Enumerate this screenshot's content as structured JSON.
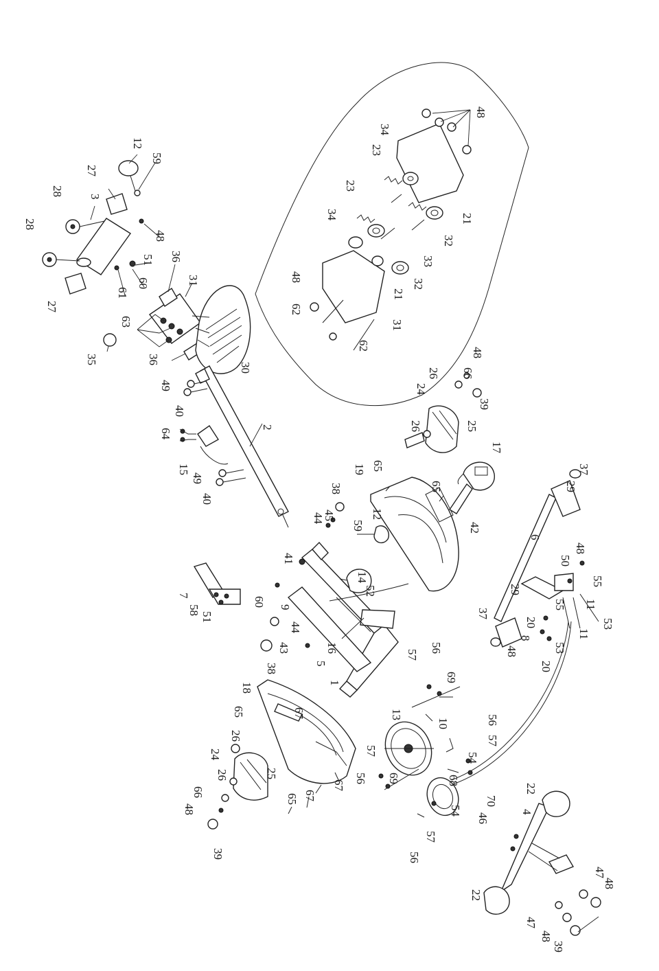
{
  "diagram": {
    "labels": {
      "l48a": "48",
      "l34a": "34",
      "l23a": "23",
      "l23b": "23",
      "l34b": "34",
      "l48b": "48",
      "l62a": "62",
      "l62b": "62",
      "l31a": "31",
      "l21a": "21",
      "l32a": "32",
      "l33": "33",
      "l32b": "32",
      "l21b": "21",
      "l12a": "12",
      "l59a": "59",
      "l27a": "27",
      "l3": "3",
      "l28a": "28",
      "l28b": "28",
      "l48c": "48",
      "l51a": "51",
      "l60a": "60",
      "l61": "61",
      "l27b": "27",
      "l36a": "36",
      "l31b": "31",
      "l63": "63",
      "l35": "35",
      "l36b": "36",
      "l30": "30",
      "l49a": "49",
      "l40a": "40",
      "l64": "64",
      "l15": "15",
      "l49b": "49",
      "l40b": "40",
      "l2": "2",
      "l48d": "48",
      "l66a": "66",
      "l26a": "26",
      "l24a": "24",
      "l39a": "39",
      "l26b": "26",
      "l25a": "25",
      "l65a": "65",
      "l19": "19",
      "l65b": "65",
      "l17": "17",
      "l42": "42",
      "l38a": "38",
      "l45": "45",
      "l44a": "44",
      "l59b": "59",
      "l12b": "12",
      "l41": "41",
      "l14": "14",
      "l52": "52",
      "l9": "9",
      "l7": "7",
      "l58": "58",
      "l51b": "51",
      "l60b": "60",
      "l44b": "44",
      "l43": "43",
      "l38b": "38",
      "l16": "16",
      "l5": "5",
      "l1": "1",
      "l37a": "37",
      "l29a": "29",
      "l6": "6",
      "l48e": "48",
      "l50": "50",
      "l55a": "55",
      "l55b": "55",
      "l11a": "11",
      "l11b": "11",
      "l53a": "53",
      "l29b": "29",
      "l37b": "37",
      "l20a": "20",
      "l8": "8",
      "l48f": "48",
      "l53b": "53",
      "l20b": "20",
      "l18": "18",
      "l65c": "65",
      "l67a": "67",
      "l26c": "26",
      "l24b": "24",
      "l26d": "26",
      "l25b": "25",
      "l66b": "66",
      "l48g": "48",
      "l39b": "39",
      "l65d": "65",
      "l67b": "67",
      "l67c": "67",
      "l56a": "56",
      "l57a": "57",
      "l69a": "69",
      "l13": "13",
      "l10": "10",
      "l56b": "56",
      "l57b": "57",
      "l54a": "54",
      "l57c": "57",
      "l56c": "56",
      "l69b": "69",
      "l68": "68",
      "l54b": "54",
      "l70": "70",
      "l57d": "57",
      "l56d": "56",
      "l22a": "22",
      "l4": "4",
      "l46": "46",
      "l22b": "22",
      "l47a": "47",
      "l48h": "48",
      "l47b": "47",
      "l48i": "48",
      "l39c": "39"
    }
  }
}
